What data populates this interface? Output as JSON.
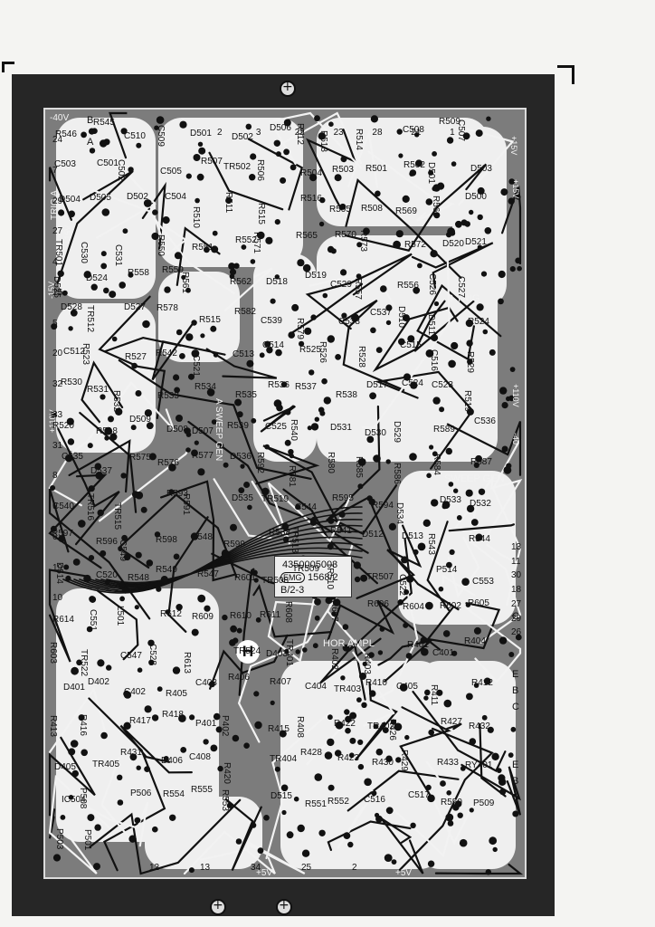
{
  "board": {
    "part_number": "4350005003",
    "revision": "1568/2",
    "version": "B/2-3",
    "logo_text": "EMG",
    "centre_mark": "H"
  },
  "sections": {
    "sweep_gen": "SWEEP GEN",
    "a_sweep_gen": "A SWEEP GEN",
    "hor_amp": "HOR AMPL",
    "b_trig": "B TRIG",
    "trig_a": "TRIG A"
  },
  "supply_labels": {
    "minus40": "-40V",
    "plus15_a": "+15V",
    "minus15": "-15V",
    "plus15_b": "+15V",
    "plus110_a": "+110V",
    "plus110_b": "+110V",
    "plus5_a": "+5V",
    "plus5_b": "+5V",
    "minus40_b": "-40",
    "plus15_c": "+15V"
  },
  "connector_pins": {
    "left": [
      "24",
      "7",
      "29",
      "27",
      "4",
      "25",
      "5",
      "20",
      "32",
      "33",
      "31",
      "8",
      "9",
      "6",
      "19",
      "10"
    ],
    "top": [
      "2",
      "3",
      "22",
      "23",
      "28",
      "21",
      "1"
    ],
    "right": [
      "13",
      "11",
      "30",
      "18",
      "27",
      "29",
      "26"
    ],
    "bottom": [
      "12",
      "13",
      "34",
      "25",
      "2"
    ]
  },
  "terminal_letters": [
    "B",
    "A",
    "C",
    "E",
    "B",
    "C",
    "E",
    "B",
    "C"
  ],
  "component_labels": [
    "R546",
    "R545",
    "C510",
    "C509",
    "D501",
    "D502",
    "D506",
    "R512",
    "R513",
    "R514",
    "C508",
    "R509",
    "C507",
    "C503",
    "C501",
    "C502",
    "C505",
    "R507",
    "TR502",
    "R506",
    "R504",
    "R503",
    "R501",
    "R502",
    "D501",
    "D503",
    "D504",
    "D505",
    "D502",
    "C504",
    "R510",
    "R511",
    "R515",
    "R516",
    "R505",
    "R508",
    "R569",
    "R568",
    "D500",
    "TR501",
    "C530",
    "C531",
    "R550",
    "R551",
    "R552",
    "R571",
    "R565",
    "R570",
    "R573",
    "R572",
    "D520",
    "D521",
    "D525",
    "D524",
    "R558",
    "R559",
    "R561",
    "R562",
    "D518",
    "D519",
    "C529",
    "R557",
    "R556",
    "C526",
    "C527",
    "D528",
    "TR512",
    "D527",
    "R578",
    "R515",
    "R582",
    "C539",
    "R579",
    "C538",
    "C537",
    "D510",
    "D511",
    "R524",
    "C512",
    "R523",
    "R527",
    "R542",
    "C521",
    "C513",
    "C514",
    "R525",
    "R526",
    "R528",
    "C515",
    "C516",
    "R529",
    "R530",
    "R531",
    "R532",
    "R533",
    "R534",
    "R535",
    "R536",
    "R537",
    "R538",
    "D517",
    "C524",
    "C523",
    "R519",
    "R520",
    "R518",
    "D509",
    "D508",
    "D507",
    "R539",
    "C525",
    "R540",
    "D531",
    "D530",
    "D529",
    "R589",
    "C536",
    "C535",
    "D537",
    "R575",
    "R576",
    "R577",
    "D536",
    "R592",
    "R581",
    "R580",
    "R585",
    "R586",
    "R584",
    "R587",
    "C540",
    "TR516",
    "TR515",
    "R593",
    "R591",
    "D535",
    "TR519",
    "C544",
    "R595",
    "R594",
    "D534",
    "D533",
    "D532",
    "R597",
    "R596",
    "C549",
    "R598",
    "C548",
    "R599",
    "R588",
    "TR513",
    "R541",
    "D512",
    "D513",
    "R543",
    "R544",
    "D514",
    "C520",
    "R548",
    "R549",
    "R547",
    "R601",
    "TR508",
    "TR509",
    "TR510",
    "TR507",
    "C522",
    "P514",
    "C553",
    "R614",
    "C551",
    "L501",
    "R612",
    "R609",
    "R610",
    "R611",
    "R608",
    "R607",
    "R606",
    "R604",
    "R602",
    "R605",
    "R603",
    "TR522",
    "C547",
    "C528",
    "R613",
    "TR524",
    "D403",
    "TR401",
    "R402",
    "R403",
    "R401",
    "C401",
    "R404",
    "D401",
    "D402",
    "C402",
    "R405",
    "C403",
    "R406",
    "R407",
    "C404",
    "TR403",
    "R410",
    "C405",
    "R411",
    "R412",
    "R413",
    "R416",
    "R417",
    "R418",
    "P401",
    "P402",
    "R415",
    "R408",
    "R422",
    "TR402",
    "R426",
    "R427",
    "R432",
    "D405",
    "TR405",
    "R431",
    "D406",
    "C408",
    "R420",
    "TR404",
    "R428",
    "R423",
    "R430",
    "R429",
    "R433",
    "RY401",
    "IC504",
    "P508",
    "P506",
    "R554",
    "R555",
    "R553",
    "D515",
    "R551",
    "R552",
    "C516",
    "C517",
    "R550",
    "P509",
    "P503",
    "P501"
  ]
}
